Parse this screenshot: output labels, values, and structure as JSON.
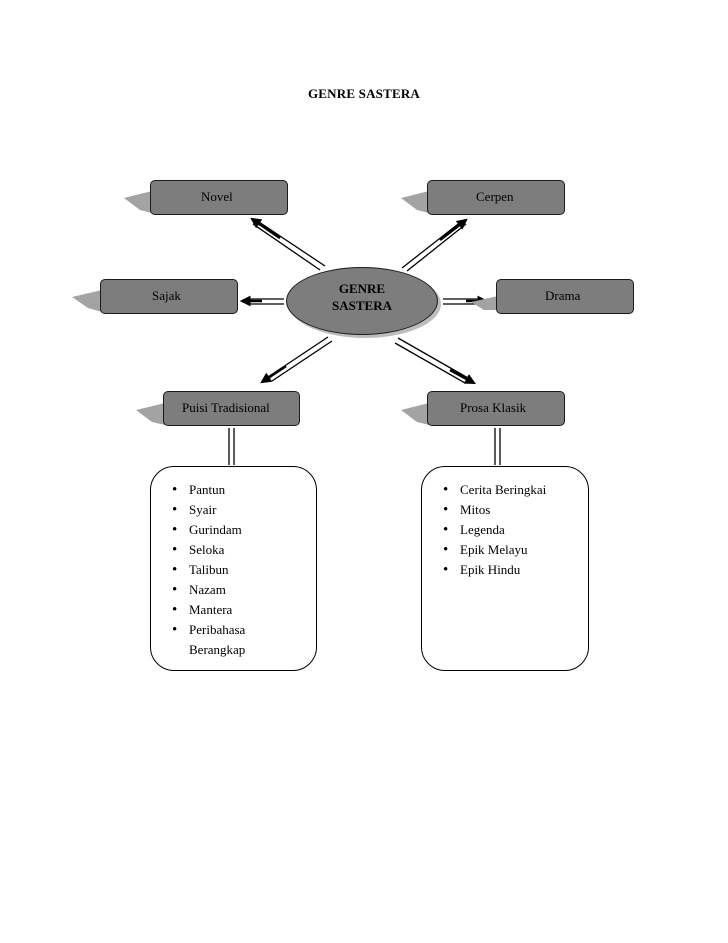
{
  "title": "GENRE SASTERA",
  "center": {
    "line1": "GENRE",
    "line2": "SASTERA"
  },
  "nodes": {
    "novel": "Novel",
    "cerpen": "Cerpen",
    "sajak": "Sajak",
    "drama": "Drama",
    "puisi_tradisional": "Puisi Tradisional",
    "prosa_klasik": "Prosa Klasik"
  },
  "puisi_tradisional_items": [
    "Pantun",
    "Syair",
    "Gurindam",
    "Seloka",
    "Talibun",
    "Nazam",
    "Mantera",
    "Peribahasa",
    "Berangkap"
  ],
  "prosa_klasik_items": [
    "Cerita Beringkai",
    "Mitos",
    "Legenda",
    "Epik Melayu",
    "Epik Hindu"
  ],
  "colors": {
    "box_fill": "#7d7d7d",
    "shadow": "#9a9a9a",
    "border": "#1a1a1a"
  }
}
